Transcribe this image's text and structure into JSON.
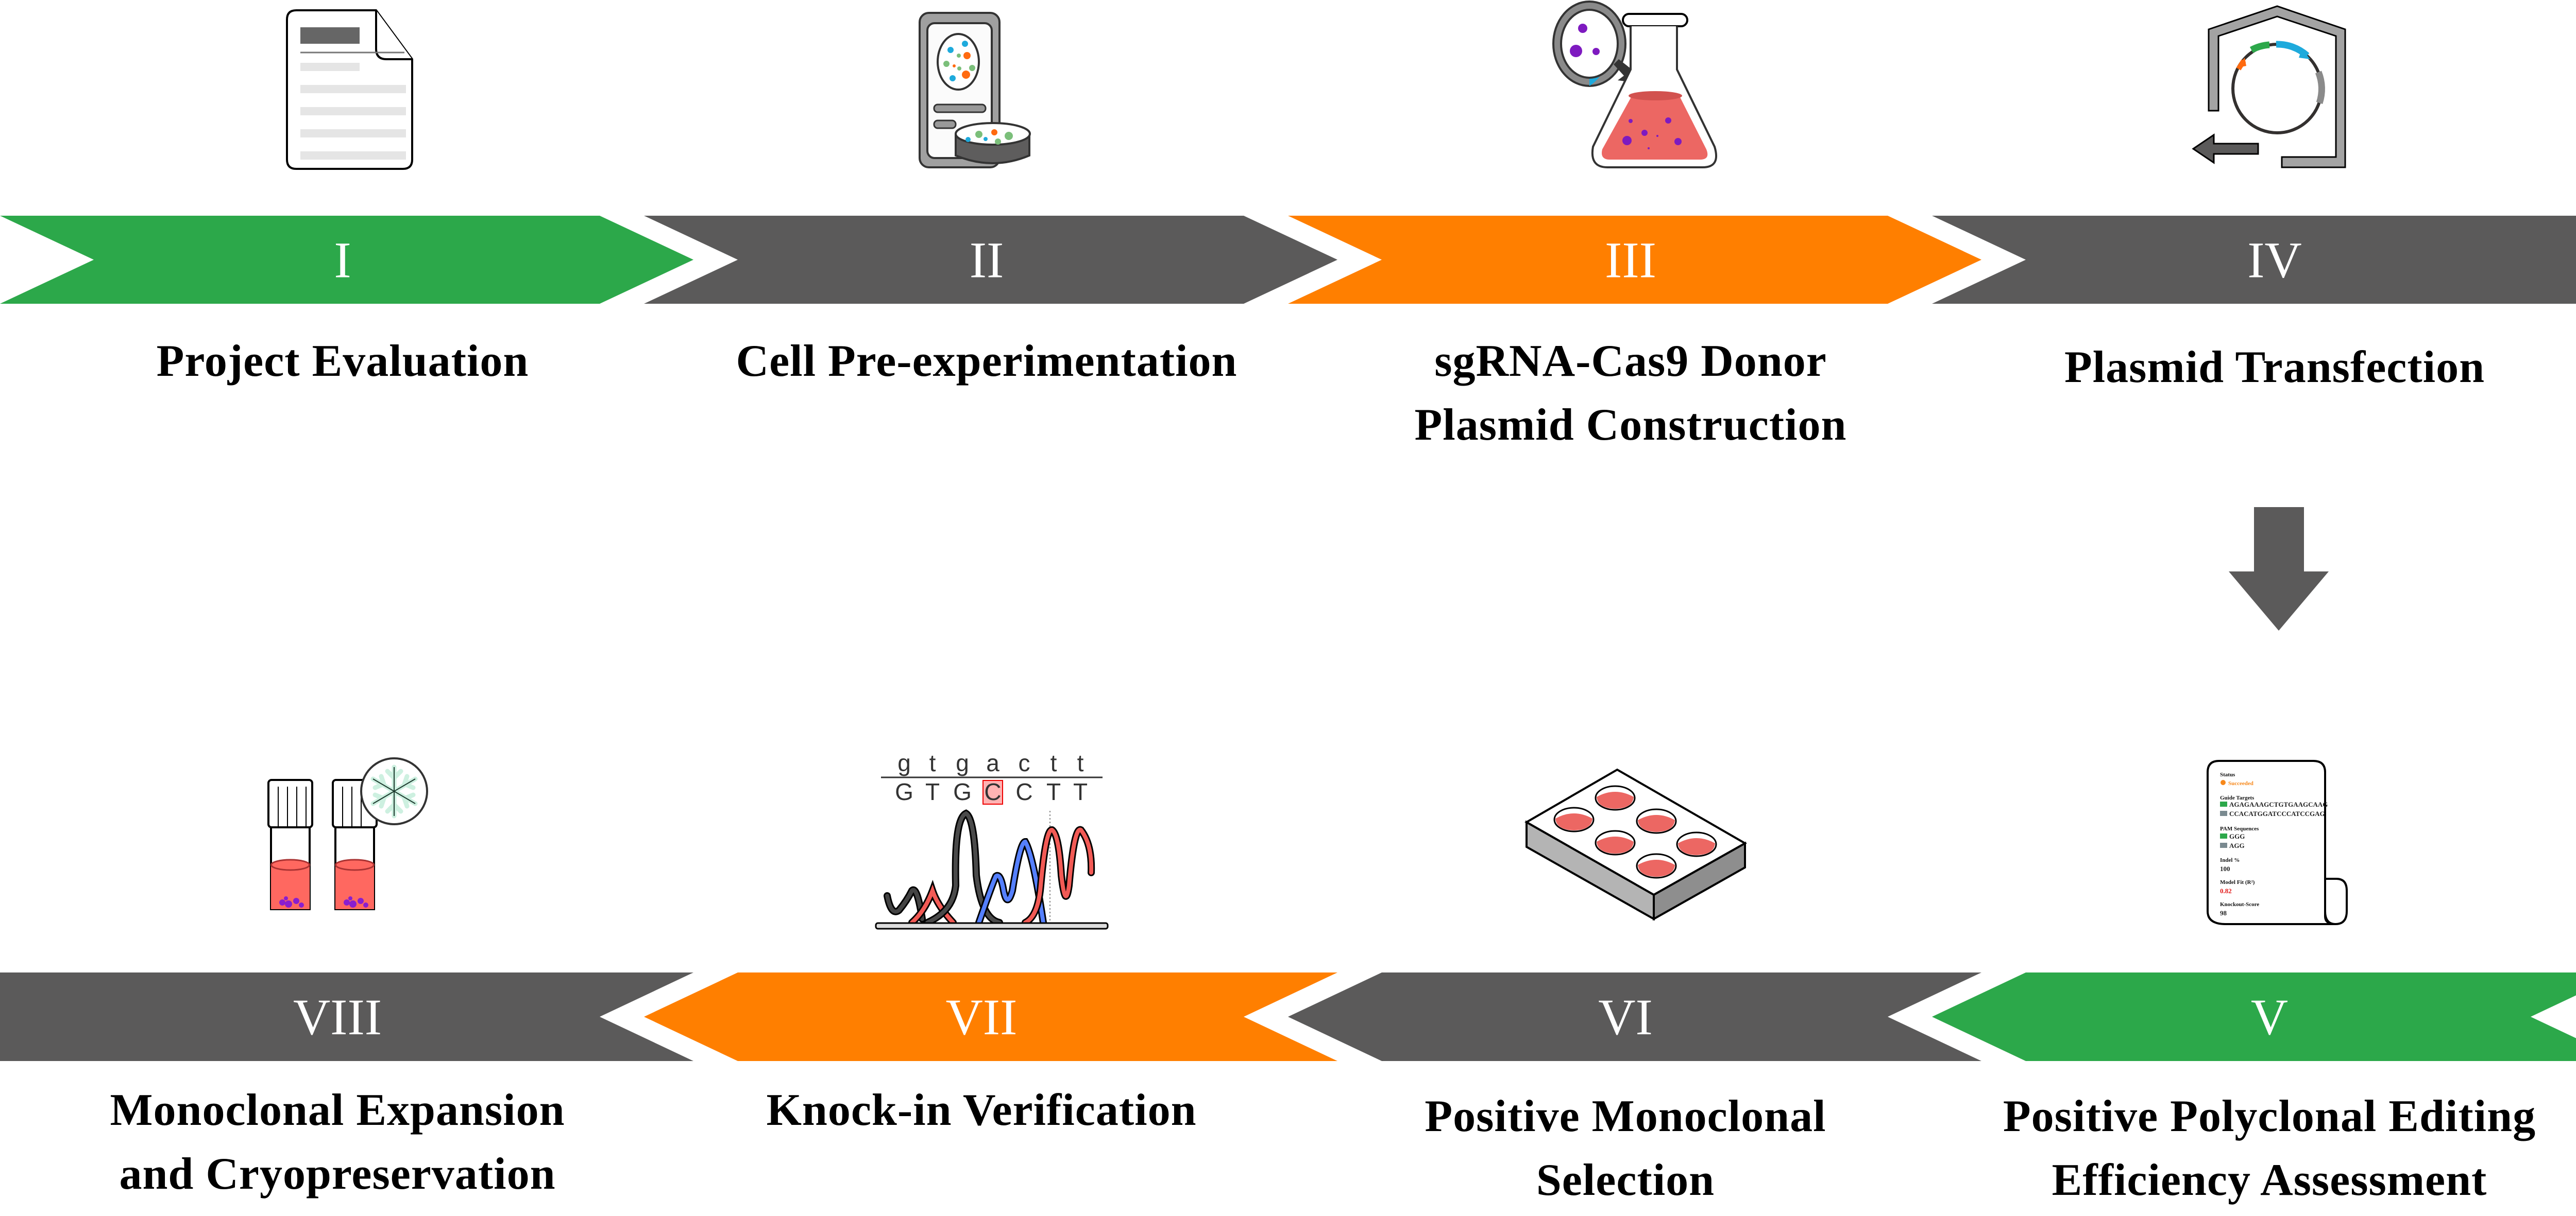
{
  "diagram": {
    "title": "Knock-in cell line workflow",
    "colors": {
      "green": "#2ca84a",
      "gray": "#5b5a5a",
      "orange": "#ff7f00",
      "text": "#000000",
      "numeral": "#ffffff"
    },
    "top_row": [
      {
        "numeral": "I",
        "color": "green",
        "label_lines": [
          "Project Evaluation"
        ],
        "icon": "document-icon"
      },
      {
        "numeral": "II",
        "color": "gray",
        "label_lines": [
          "Cell Pre-experimentation"
        ],
        "icon": "cell-culture-tablet-icon"
      },
      {
        "numeral": "III",
        "color": "orange",
        "label_lines": [
          "sgRNA-Cas9 Donor",
          "Plasmid Construction"
        ],
        "icon": "flask-plasmid-icon"
      },
      {
        "numeral": "IV",
        "color": "gray",
        "label_lines": [
          "Plasmid Transfection"
        ],
        "icon": "plasmid-transfection-icon"
      }
    ],
    "bottom_row": [
      {
        "numeral": "VIII",
        "color": "gray",
        "label_lines": [
          "Monoclonal Expansion",
          "and Cryopreservation"
        ],
        "icon": "cryovial-icon"
      },
      {
        "numeral": "VII",
        "color": "orange",
        "label_lines": [
          "Knock-in Verification"
        ],
        "icon": "sequencing-chromatogram-icon"
      },
      {
        "numeral": "VI",
        "color": "gray",
        "label_lines": [
          "Positive Monoclonal",
          "Selection"
        ],
        "icon": "well-plate-icon"
      },
      {
        "numeral": "V",
        "color": "green",
        "label_lines": [
          "Positive Polyclonal Editing",
          "Efficiency Assessment"
        ],
        "icon": "report-icon"
      }
    ],
    "connector": "down-arrow-icon",
    "sequencing": {
      "reference": [
        "g",
        "t",
        "g",
        "a",
        "c",
        "t",
        "t"
      ],
      "read": [
        "G",
        "T",
        "G",
        "C",
        "C",
        "T",
        "T"
      ],
      "highlight_index": 3
    },
    "report": {
      "status_label": "Status",
      "status_value": "Succeeded",
      "guide_label": "Guide Targets",
      "guides": [
        {
          "tag": "g1",
          "seq": "AGAGAAAGCTGTGAAGCAAG"
        },
        {
          "tag": "g2",
          "seq": "CCACATGGATCCCATCCGAG"
        }
      ],
      "pam_label": "PAM Sequences",
      "pams": [
        {
          "tag": "g1",
          "seq": "GGG"
        },
        {
          "tag": "g2",
          "seq": "AGG"
        }
      ],
      "indel_label": "Indel %",
      "indel_value": "100",
      "model_fit_label": "Model Fit (R²)",
      "model_fit_value": "0.82",
      "ko_label": "Knockout-Score",
      "ko_value": "98"
    }
  }
}
